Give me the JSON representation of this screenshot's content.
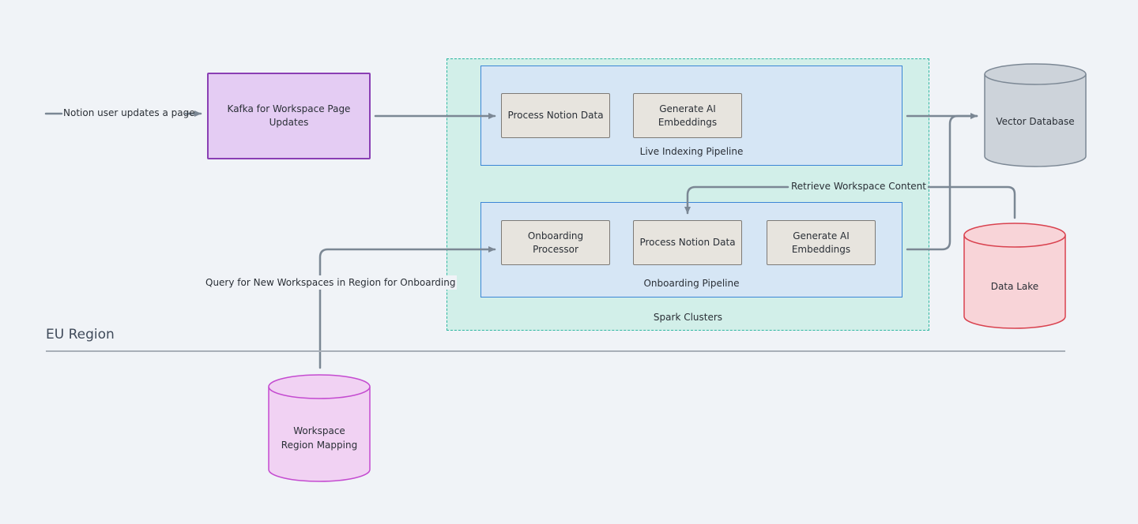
{
  "input_label": "Notion user updates a page",
  "kafka": {
    "label": "Kafka for Workspace Page Updates"
  },
  "spark": {
    "label": "Spark Clusters"
  },
  "live_pipeline": {
    "label": "Live Indexing Pipeline",
    "steps": [
      "Process Notion Data",
      "Generate AI Embeddings"
    ]
  },
  "onboarding_pipeline": {
    "label": "Onboarding Pipeline",
    "steps": [
      "Onboarding Processor",
      "Process Notion Data",
      "Generate AI Embeddings"
    ]
  },
  "stores": {
    "vector_db": "Vector Database",
    "data_lake": "Data Lake",
    "region_mapping": "Workspace Region Mapping"
  },
  "edge_labels": {
    "retrieve": "Retrieve Workspace Content",
    "query": "Query for New Workspaces in Region for Onboarding"
  },
  "region": {
    "label": "EU Region"
  },
  "colors": {
    "background": "#f0f3f7",
    "kafka_fill": "#e4ccf3",
    "kafka_border": "#8a3fb4",
    "spark_fill": "#d2efe9",
    "spark_border": "#2eb6a1",
    "pipeline_fill": "#d6e6f5",
    "pipeline_border": "#3b86d6",
    "step_fill": "#e7e4de",
    "vector_db_fill": "#cdd3da",
    "data_lake_fill": "#f8d4d8",
    "data_lake_border": "#d9424f",
    "mapping_fill": "#f1d2f3",
    "mapping_border": "#c44bd0",
    "connector": "#7b8794"
  }
}
